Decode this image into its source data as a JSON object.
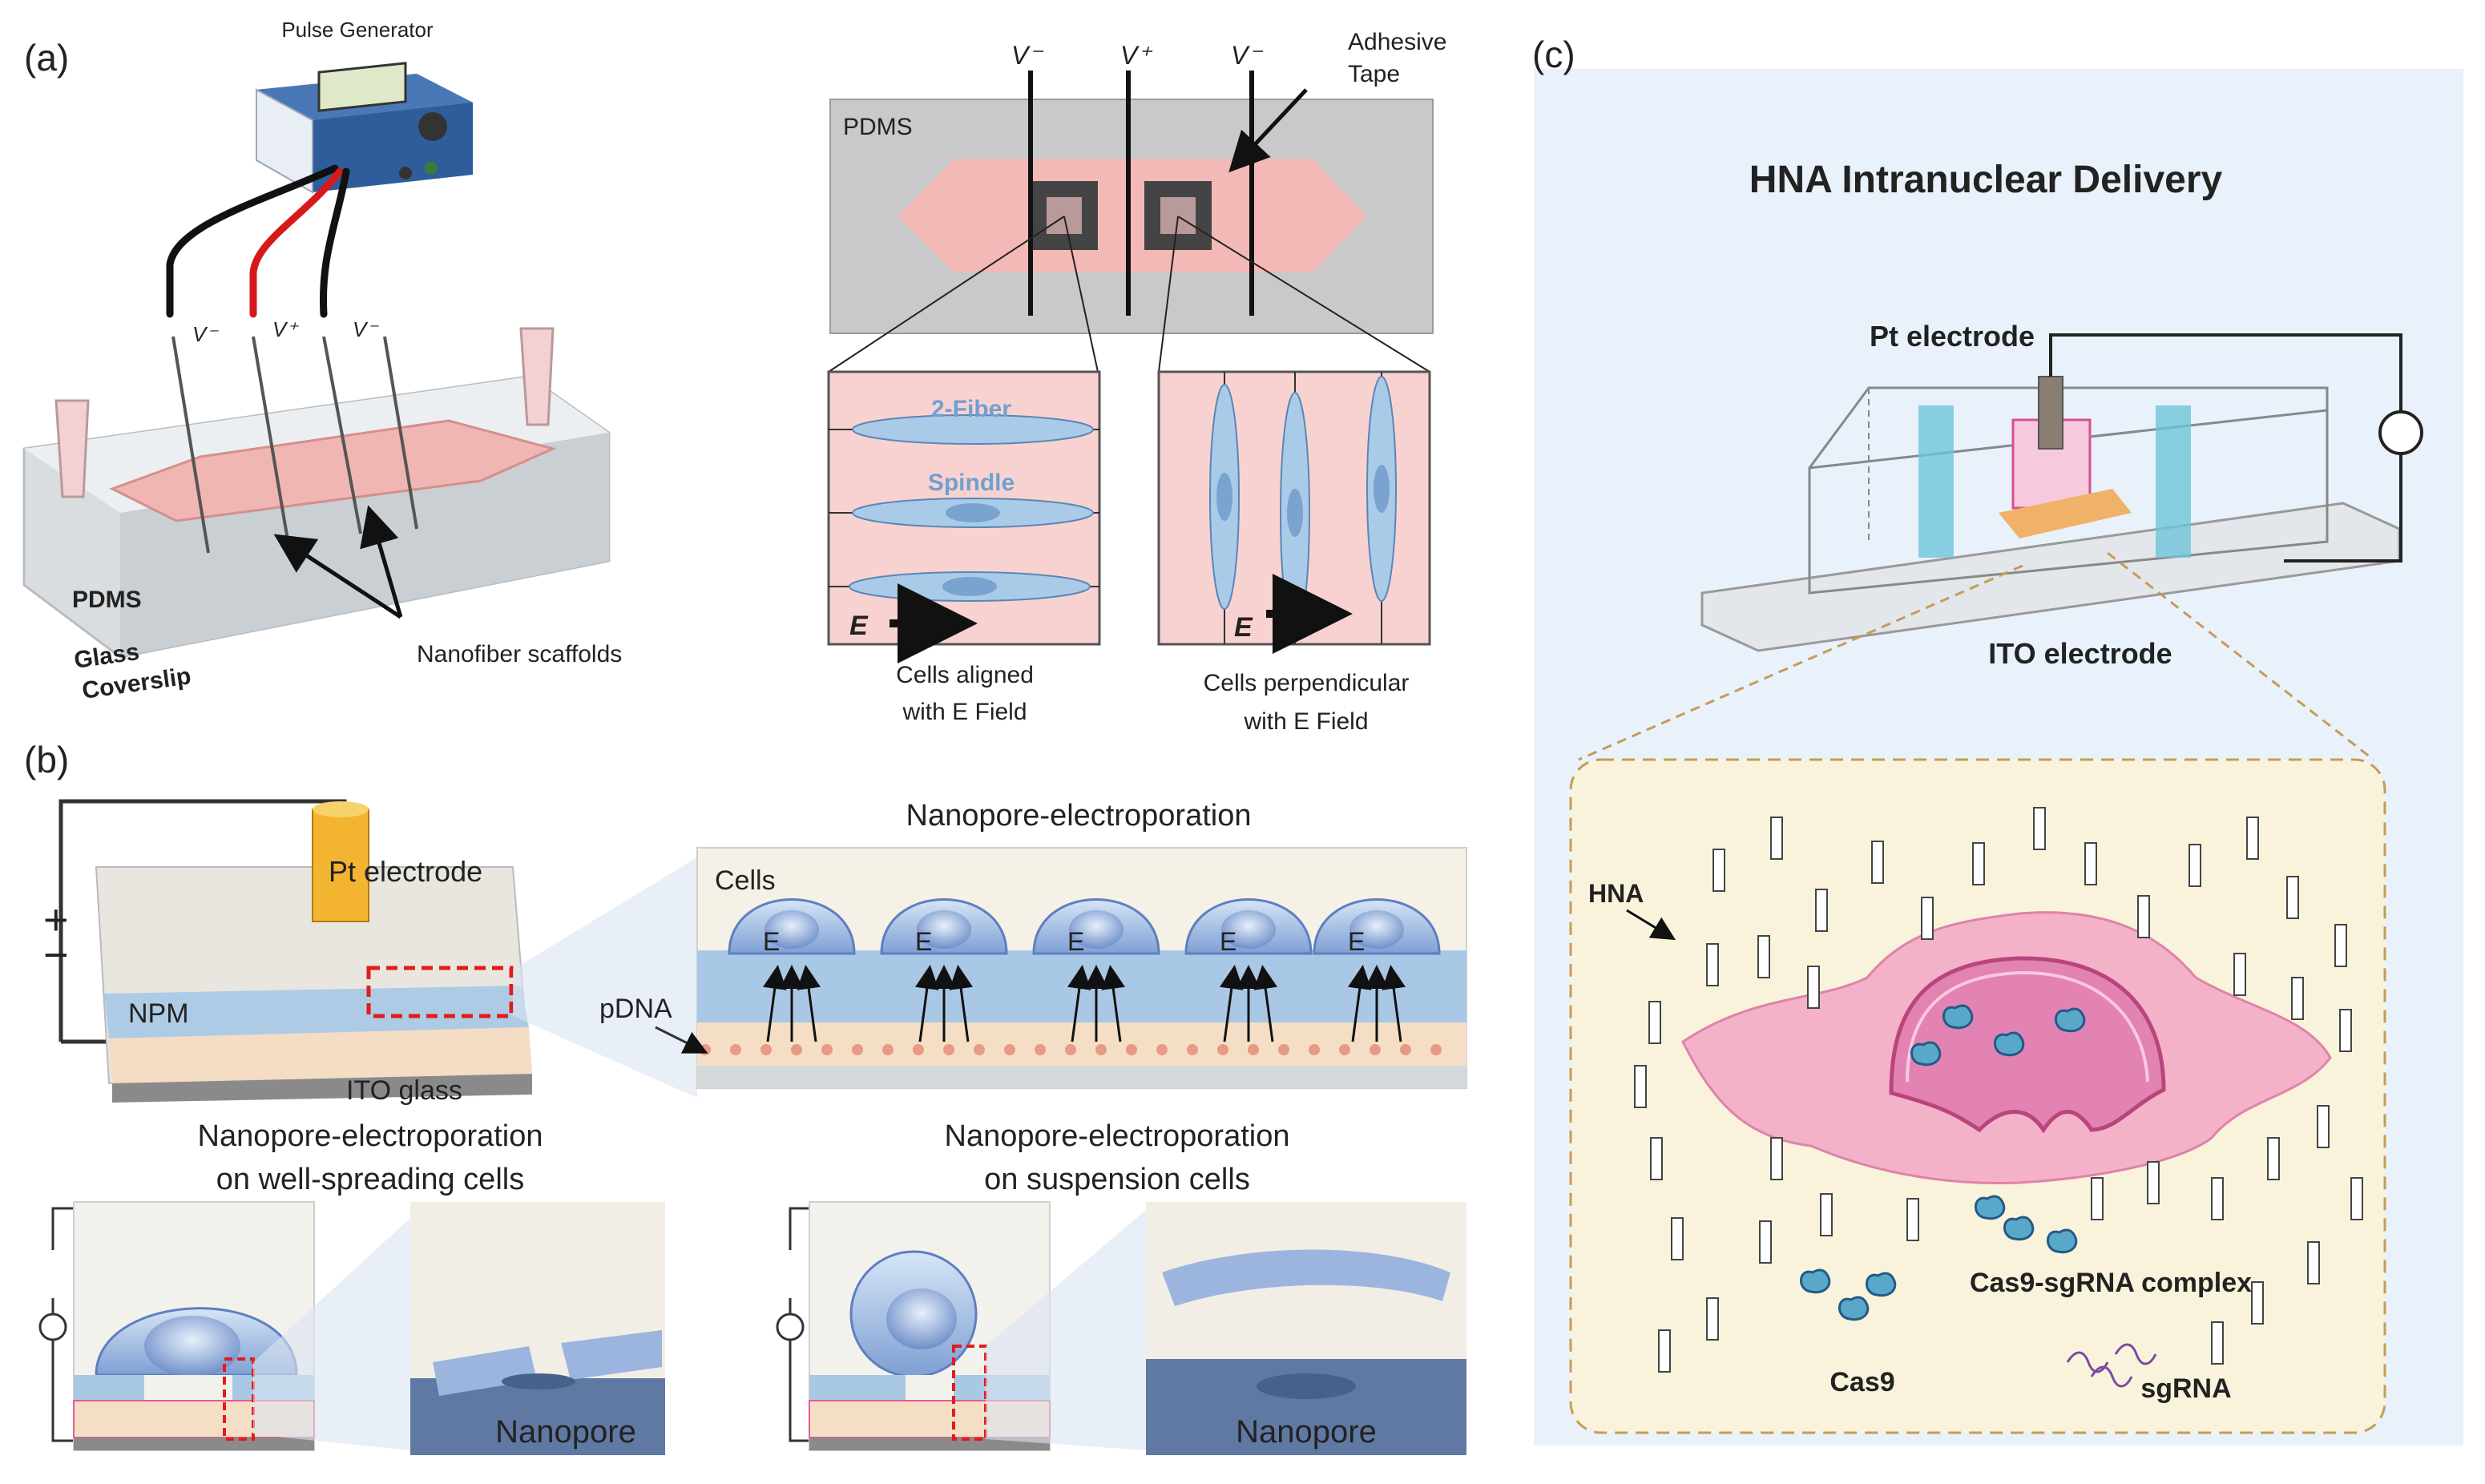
{
  "panel_a": {
    "label": "(a)",
    "pulse_generator": "Pulse Generator",
    "wire_labels": [
      "V⁻",
      "V⁺",
      "V⁻"
    ],
    "pdms": "PDMS",
    "glass": "Glass",
    "coverslip": "Coverslip",
    "nanofiber_scaffolds": "Nanofiber scaffolds",
    "schematic": {
      "v_labels": [
        "V⁻",
        "V⁺",
        "V⁻"
      ],
      "adhesive_tape_1": "Adhesive",
      "adhesive_tape_2": "Tape",
      "pdms": "PDMS"
    },
    "two_fiber": "2-Fiber",
    "spindle": "Spindle",
    "e_symbol": "E",
    "aligned_1": "Cells aligned",
    "aligned_2": "with E Field",
    "perp_1": "Cells perpendicular",
    "perp_2": "with E Field"
  },
  "panel_b": {
    "label": "(b)",
    "pt_electrode": "Pt electrode",
    "npm": "NPM",
    "ito_glass": "ITO glass",
    "plus": "+",
    "minus": "−",
    "nanopore_title": "Nanopore-electroporation",
    "cells": "Cells",
    "pdna": "pDNA",
    "e_label": "E",
    "bottom_left_title_1": "Nanopore-electroporation",
    "bottom_left_title_2": "on well-spreading cells",
    "bottom_right_title_1": "Nanopore-electroporation",
    "bottom_right_title_2": "on suspension cells",
    "nanopore": "Nanopore"
  },
  "panel_c": {
    "label": "(c)",
    "title": "HNA Intranuclear Delivery",
    "pt_electrode": "Pt electrode",
    "ito_electrode": "ITO electrode",
    "hna": "HNA",
    "complex": "Cas9-sgRNA complex",
    "cas9": "Cas9",
    "sgrna": "sgRNA"
  },
  "colors": {
    "panel_c_bg": "#e9f2fb",
    "pink_chamber": "#f7c9c5",
    "cell_blue": "#a9cbe8",
    "inset_bg": "#faf3dc"
  }
}
